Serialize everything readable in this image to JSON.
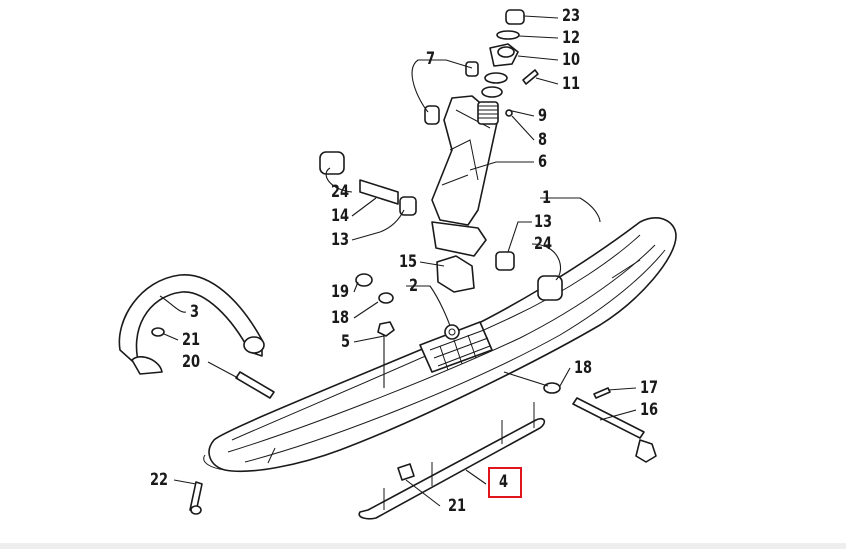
{
  "diagram": {
    "highlight_color": "#e0141b",
    "highlighted_callout": "4",
    "callouts": {
      "c23": "23",
      "c12": "12",
      "c10": "10",
      "c11": "11",
      "c7": "7",
      "c9": "9",
      "c8": "8",
      "c6": "6",
      "c1": "1",
      "c24a": "24",
      "c14": "14",
      "c13a": "13",
      "c13b": "13",
      "c24b": "24",
      "c15": "15",
      "c2": "2",
      "c19": "19",
      "c18a": "18",
      "c5": "5",
      "c3": "3",
      "c21a": "21",
      "c20": "20",
      "c18b": "18",
      "c17": "17",
      "c16": "16",
      "c22": "22",
      "c21b": "21",
      "c4": "4"
    }
  }
}
